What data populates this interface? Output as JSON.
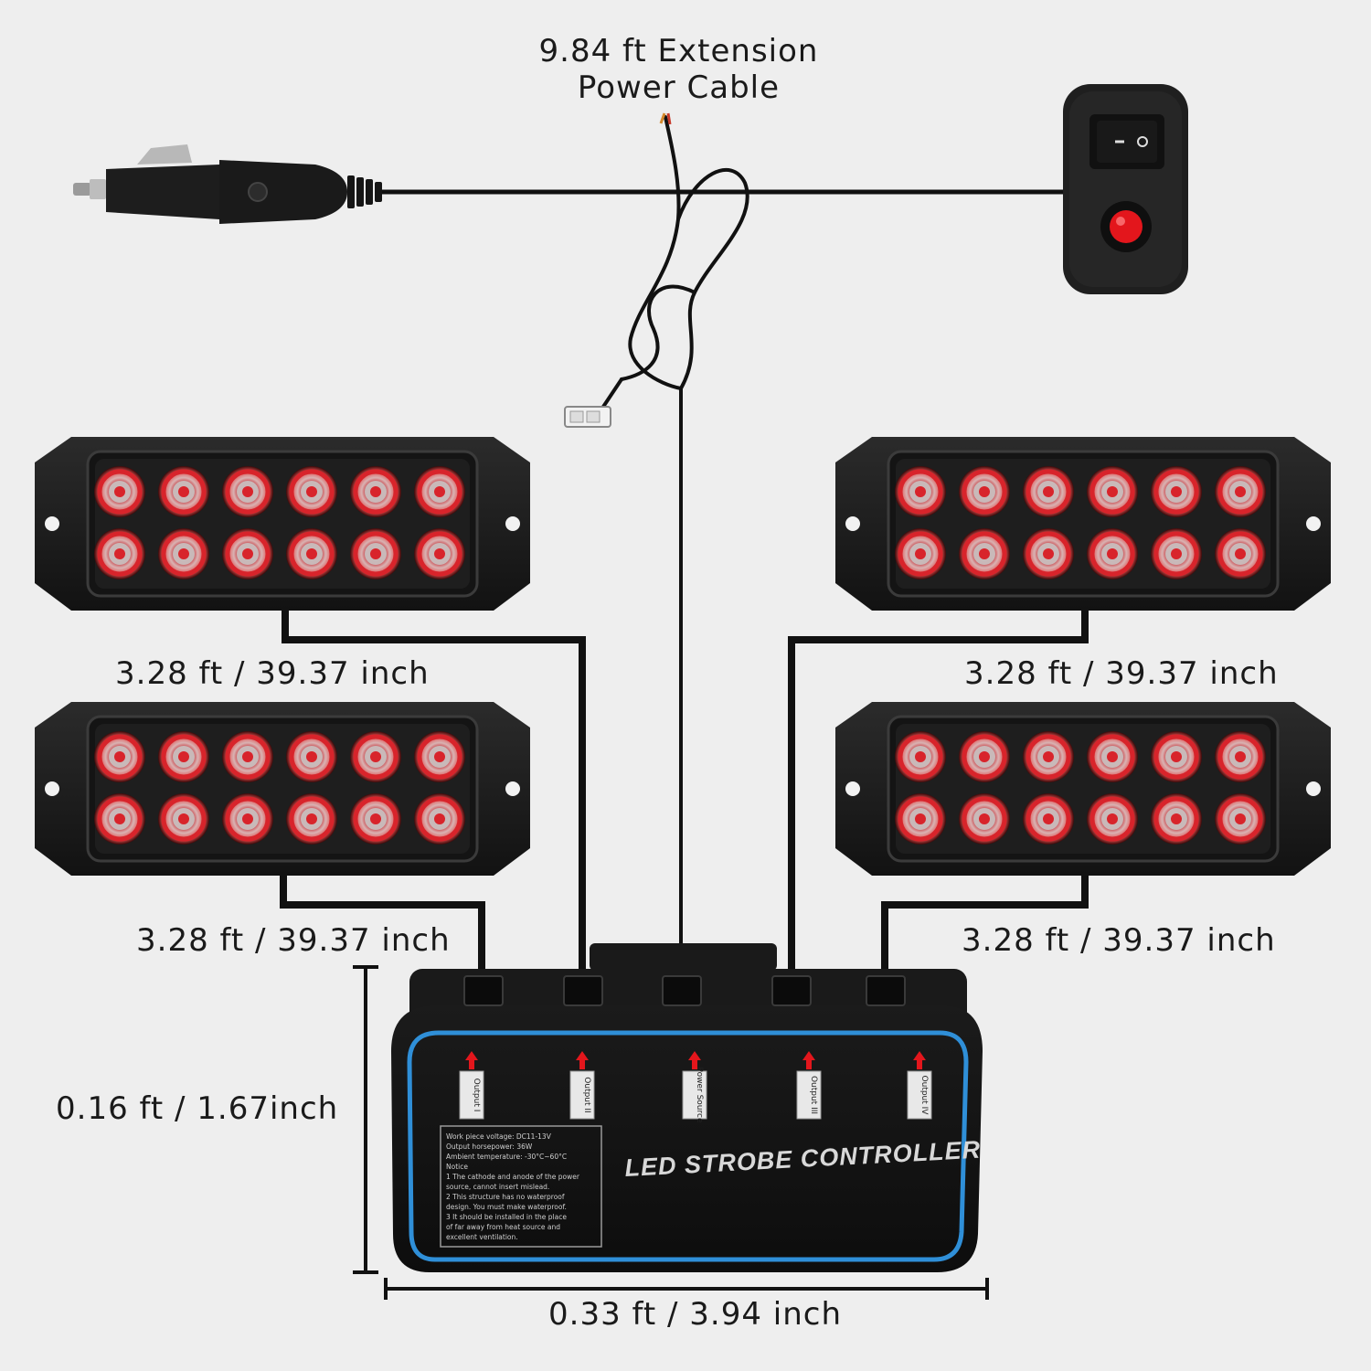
{
  "labels": {
    "extension_cable_line1": "9.84 ft Extension",
    "extension_cable_line2": "Power Cable",
    "top_left_cable": "3.28 ft / 39.37 inch",
    "top_right_cable": "3.28 ft / 39.37 inch",
    "bottom_left_cable": "3.28 ft / 39.37 inch",
    "bottom_right_cable": "3.28 ft / 39.37 inch",
    "controller_height": "0.16 ft / 1.67inch",
    "controller_width": "0.33 ft / 3.94 inch"
  },
  "controller": {
    "title": "LED STROBE CONTROLLER",
    "ports": [
      "Output I",
      "Output II",
      "Power Source",
      "Output III",
      "Output IV"
    ],
    "spec_lines": [
      "Work piece voltage:  DC11-13V",
      "Output horsepower:  36W",
      "Ambient temperature:  -30°C~60°C",
      "Notice",
      "1 The cathode and anode of the power",
      "source, cannot insert mislead.",
      "2 This structure has no waterproof",
      "design. You must make waterproof.",
      "3 It should be installed in the place",
      "of far away from heat source and",
      "excellent ventilation."
    ]
  },
  "strobe_light": {
    "rows": 2,
    "leds_per_row": 6,
    "count": 4,
    "led_color": "#d8242b"
  },
  "colors": {
    "background": "#eeeeee",
    "housing": "#1c1c1c",
    "controller_trim": "#2f8fd8",
    "switch_button": "#e3161c"
  }
}
